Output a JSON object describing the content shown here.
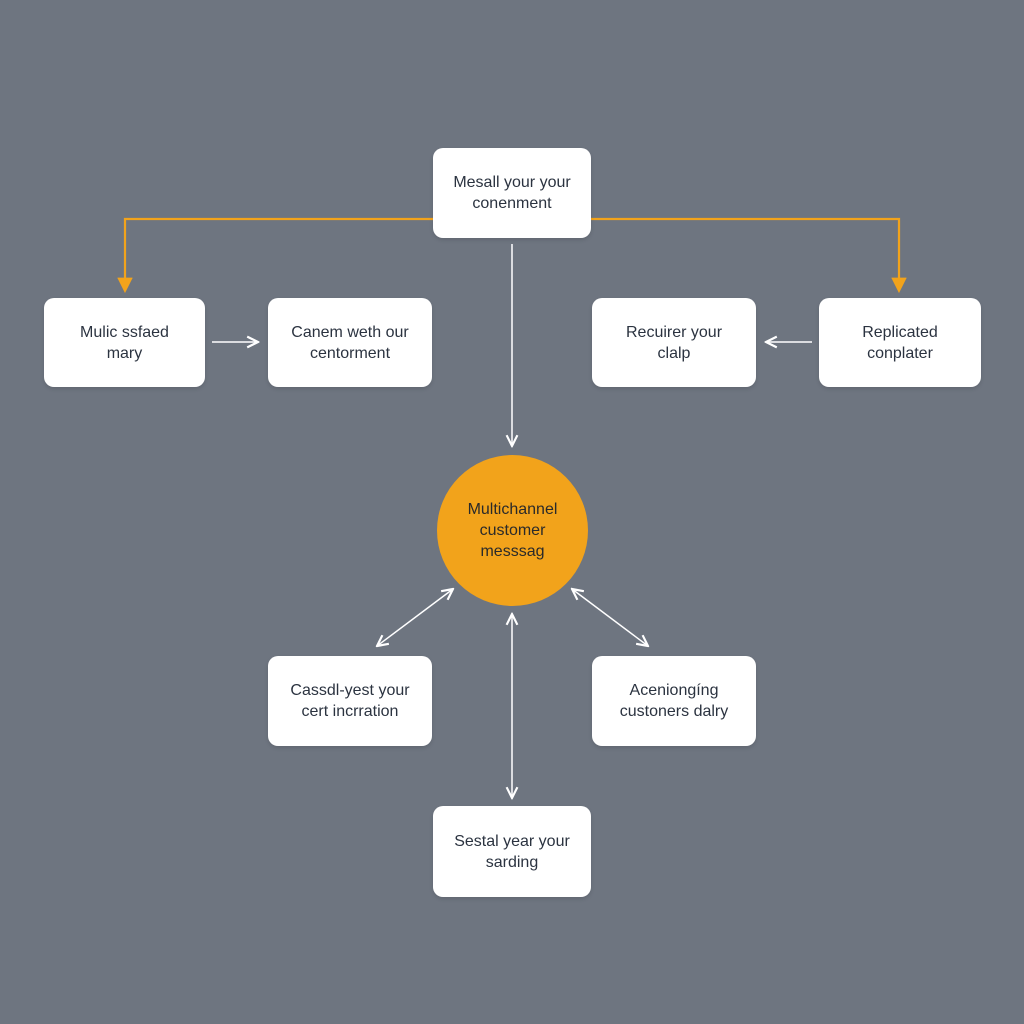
{
  "colors": {
    "background": "#6e7580",
    "accent": "#f2a31b",
    "connector": "#ffffff",
    "node_fill": "#ffffff",
    "node_text": "#2b3340"
  },
  "nodes": {
    "top": "Mesall your your\nconenment",
    "left1": "Mulic ssfaed\nmary",
    "left2": "Canem weth our\ncentorment",
    "right1": "Recuirer your\nclalp",
    "right2": "Replicated\nconplater",
    "hub": "Multichannel\ncustomer\nmesssag",
    "bottom_left": "Cassdl-yest your\ncert incrration",
    "bottom_right": "Aceniongíng\ncustoners dalry",
    "bottom": "Sestal year your\nsarding"
  }
}
